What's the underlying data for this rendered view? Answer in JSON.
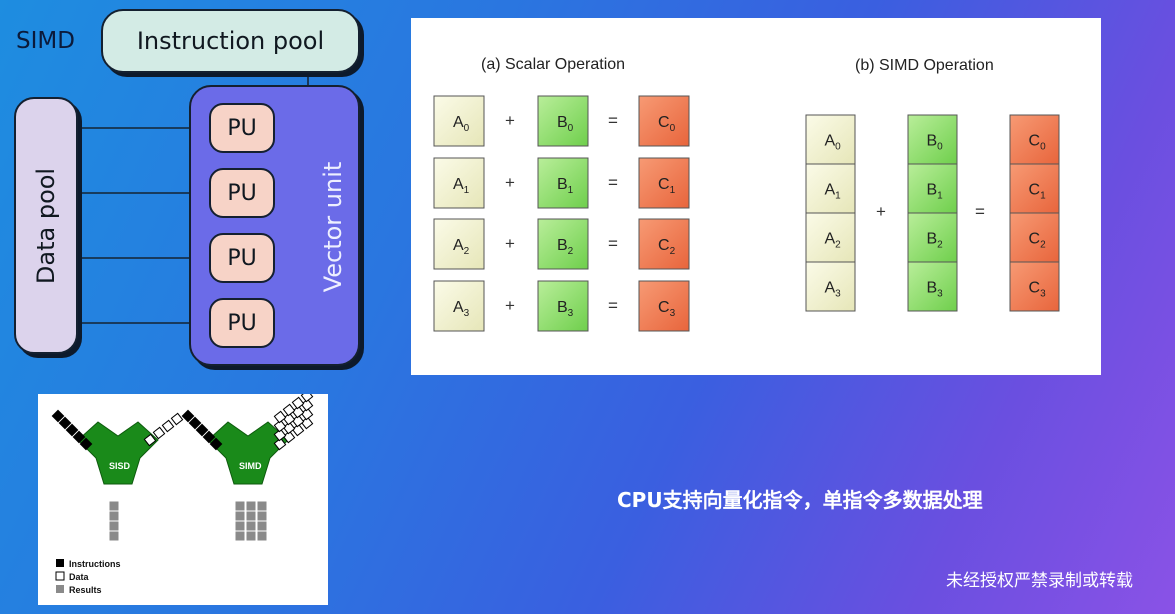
{
  "left_diagram": {
    "title": "SIMD",
    "instruction_pool": "Instruction pool",
    "data_pool": "Data pool",
    "vector_unit": "Vector unit",
    "pu_label": "PU",
    "pu_count": 4
  },
  "operations_figure": {
    "scalar_title": "(a) Scalar Operation",
    "simd_title": "(b) SIMD Operation",
    "plus": "+",
    "equals": "=",
    "index_labels": [
      "0",
      "1",
      "2",
      "3"
    ],
    "letters": {
      "a": "A",
      "b": "B",
      "c": "C"
    },
    "colors": {
      "a": "#f6f6d8",
      "b": "#9fe27c",
      "c": "#f3805a"
    }
  },
  "sisd_figure": {
    "sisd_label": "SISD",
    "simd_label": "SIMD",
    "legend": [
      "Instructions",
      "Data",
      "Results"
    ],
    "colors": {
      "body": "#1a8a1a",
      "instruction": "#000000",
      "result": "#8a8a8a"
    }
  },
  "caption": "CPU支持向量化指令，单指令多数据处理",
  "rights_notice": "未经授权严禁录制或转载"
}
